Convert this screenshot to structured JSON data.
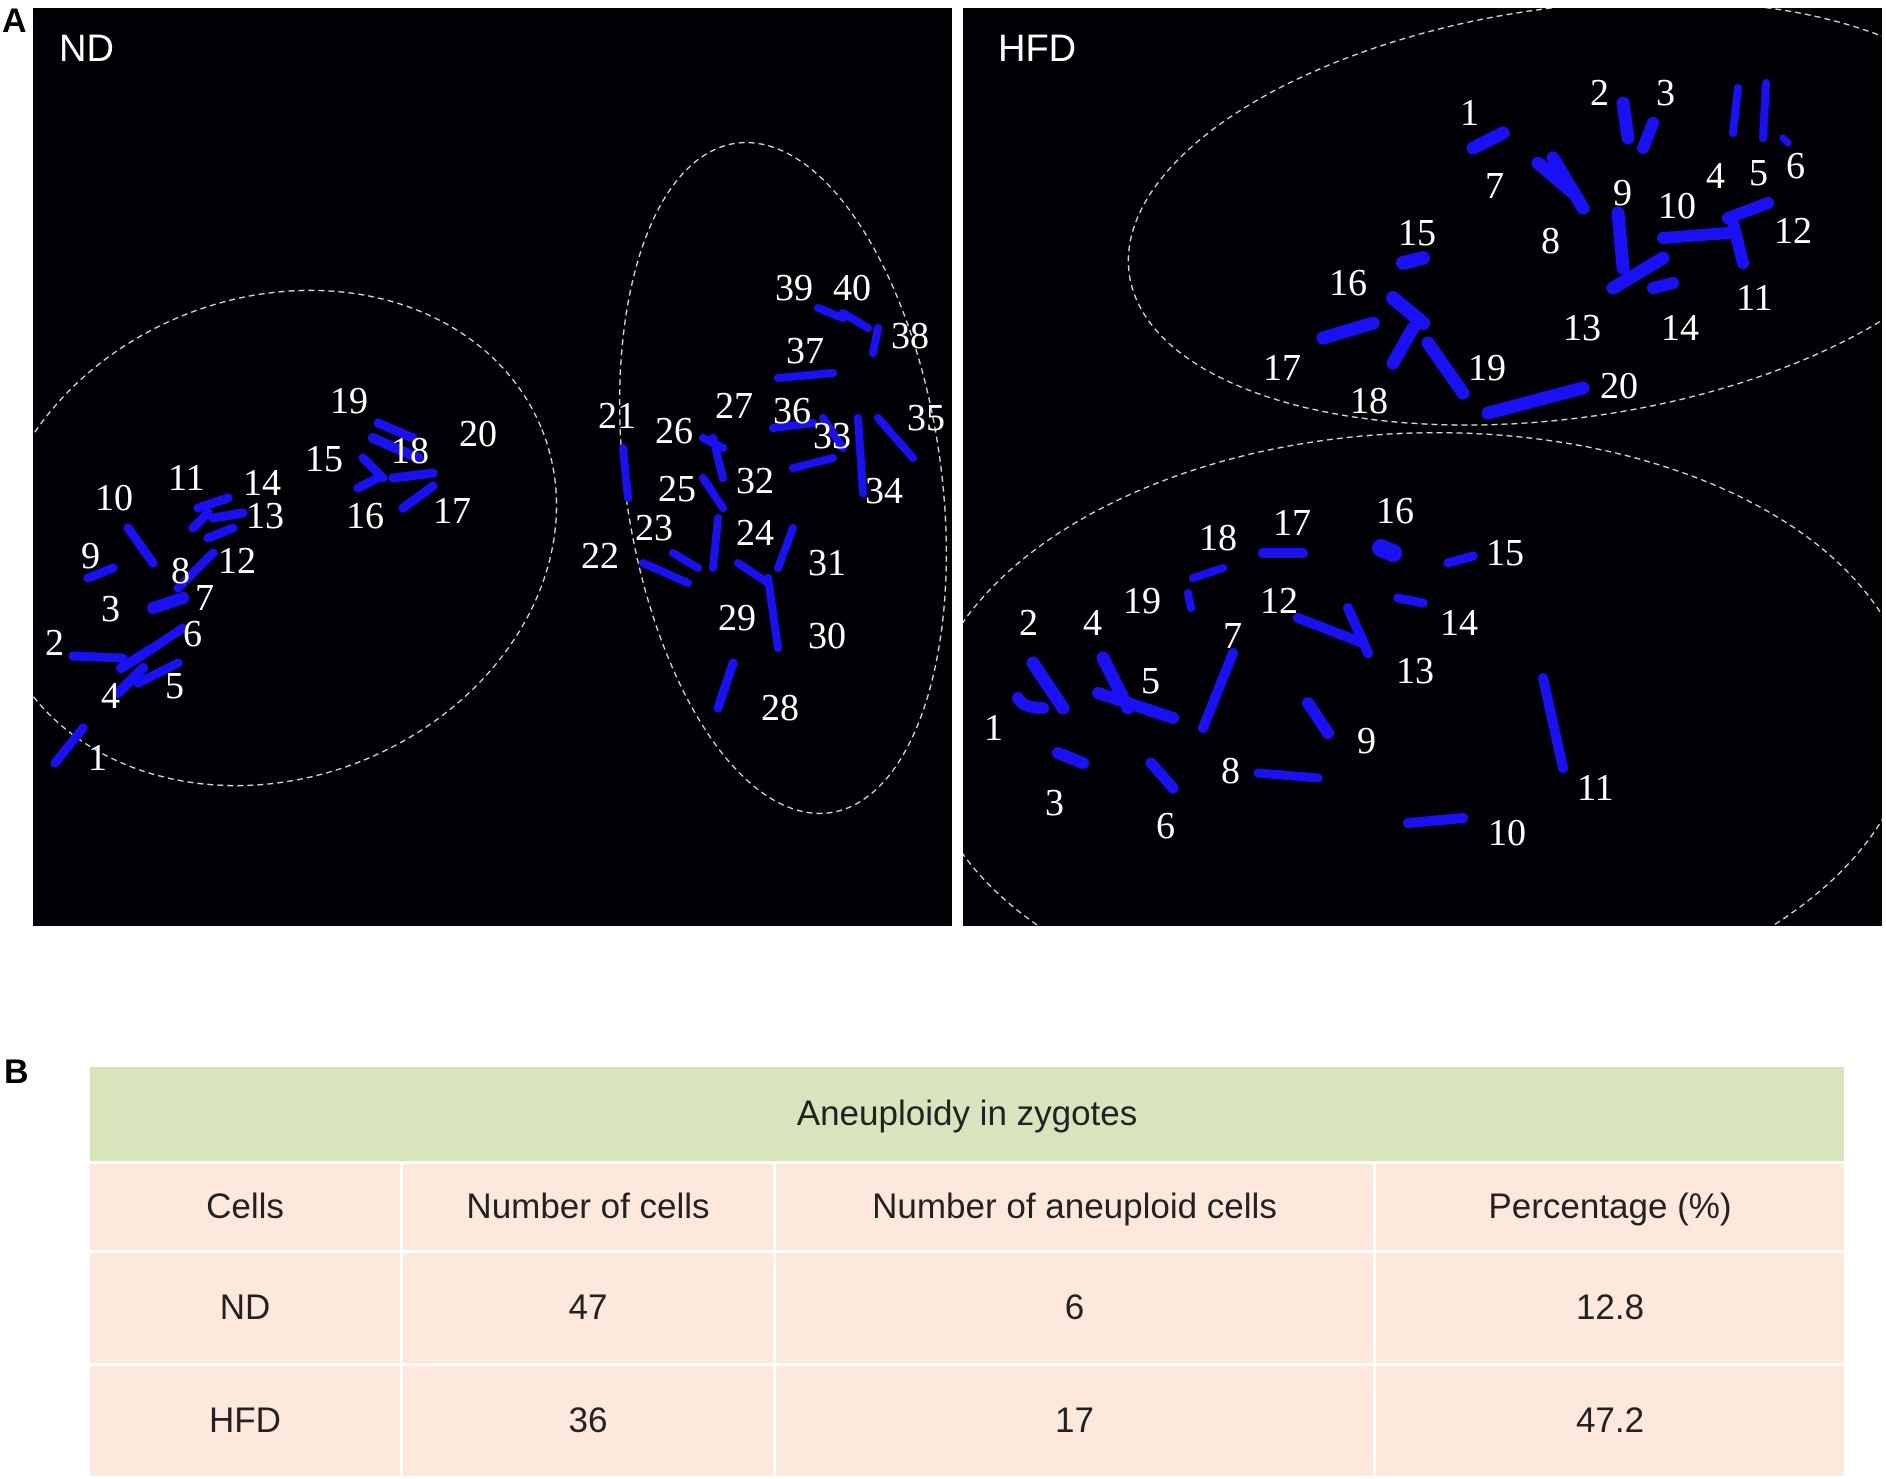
{
  "panels": {
    "a_letter": "A",
    "b_letter": "B"
  },
  "micrographs": [
    {
      "id": "nd",
      "label": "ND",
      "numbers": [
        "1",
        "2",
        "3",
        "4",
        "5",
        "6",
        "7",
        "8",
        "9",
        "10",
        "11",
        "12",
        "13",
        "14",
        "15",
        "16",
        "17",
        "18",
        "19",
        "20",
        "21",
        "22",
        "23",
        "24",
        "25",
        "26",
        "27",
        "28",
        "29",
        "30",
        "31",
        "32",
        "33",
        "34",
        "35",
        "36",
        "37",
        "38",
        "39",
        "40"
      ]
    },
    {
      "id": "hfd",
      "label": "HFD",
      "numbers": [
        "1",
        "2",
        "3",
        "4",
        "5",
        "6",
        "7",
        "8",
        "9",
        "10",
        "11",
        "12",
        "13",
        "14",
        "15",
        "16",
        "17",
        "18",
        "19",
        "20",
        "1",
        "2",
        "3",
        "4",
        "5",
        "6",
        "7",
        "8",
        "9",
        "10",
        "11",
        "12",
        "13",
        "14",
        "15",
        "16",
        "17",
        "18",
        "19"
      ]
    }
  ],
  "colors": {
    "chromosome": "#1a10f5",
    "background": "#000005",
    "title_row": "#d8e4bc",
    "body_rows": "#fce9dc"
  },
  "table": {
    "title": "Aneuploidy in zygotes",
    "headers": [
      "Cells",
      "Number of cells",
      "Number of aneuploid cells",
      "Percentage (%)"
    ],
    "rows": [
      [
        "ND",
        "47",
        "6",
        "12.8"
      ],
      [
        "HFD",
        "36",
        "17",
        "47.2"
      ]
    ]
  }
}
